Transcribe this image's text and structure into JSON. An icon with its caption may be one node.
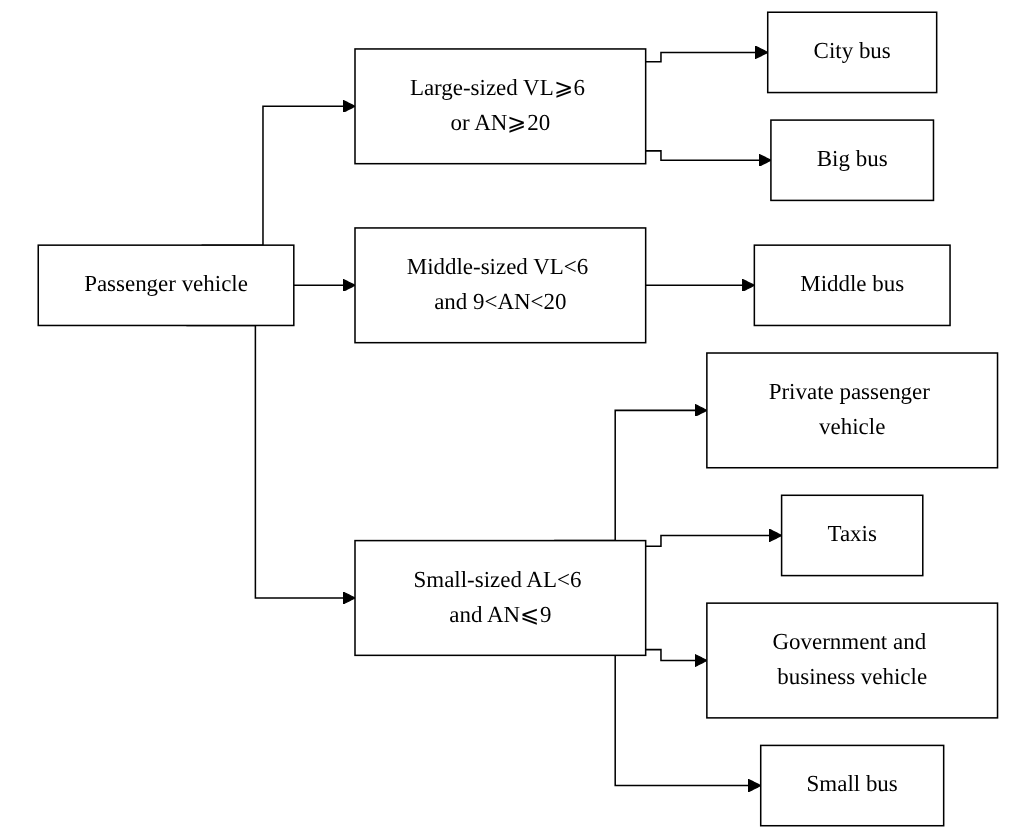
{
  "diagram": {
    "nodes": [
      {
        "text": [
          "Passenger vehicle"
        ]
      },
      {
        "text": [
          "Large-sized VL⩾6 or AN⩾20"
        ]
      },
      {
        "text": [
          "Middle-sized VL<6 and 9<AN<20"
        ]
      },
      {
        "text": [
          "Small-sized AL<6 and AN⩽9"
        ]
      },
      {
        "text": [
          "City bus"
        ]
      },
      {
        "text": [
          "Big bus"
        ]
      },
      {
        "text": [
          "Middle bus"
        ]
      },
      {
        "text": [
          "Private passenger vehicle"
        ]
      },
      {
        "text": [
          "Taxis"
        ]
      },
      {
        "text": [
          "Government and business vehicle"
        ]
      },
      {
        "text": [
          "Small bus"
        ]
      }
    ],
    "edges": [
      {
        "from": 0,
        "to": 1,
        "arrow": "to"
      },
      {
        "from": 0,
        "to": 2,
        "arrow": "to"
      },
      {
        "from": 0,
        "to": 3,
        "arrow": "to"
      },
      {
        "from": 1,
        "to": 4,
        "arrow": "to"
      },
      {
        "from": 1,
        "to": 5,
        "arrow": "to"
      },
      {
        "from": 2,
        "to": 6,
        "arrow": "to"
      },
      {
        "from": 3,
        "to": 7,
        "arrow": "to"
      },
      {
        "from": 3,
        "to": 8,
        "arrow": "to"
      },
      {
        "from": 3,
        "to": 9,
        "arrow": "to"
      },
      {
        "from": 3,
        "to": 10,
        "arrow": "to"
      }
    ]
  }
}
